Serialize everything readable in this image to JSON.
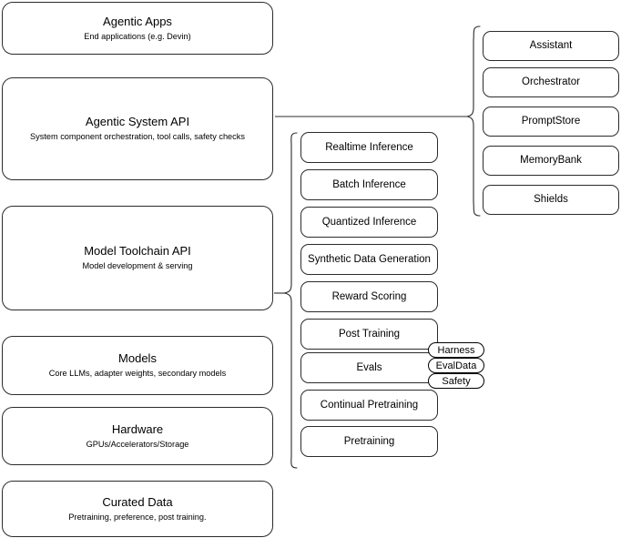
{
  "diagram": {
    "title": "AI stack layered architecture",
    "stroke_color": "#2b2b2b",
    "background_color": "#ffffff"
  },
  "layers": [
    {
      "name": "agentic-apps",
      "title": "Agentic Apps",
      "subtitle": "End applications (e.g. Devin)"
    },
    {
      "name": "agentic-system-api",
      "title": "Agentic System API",
      "subtitle": "System component orchestration, tool calls, safety checks"
    },
    {
      "name": "model-toolchain-api",
      "title": "Model Toolchain API",
      "subtitle": "Model development & serving"
    },
    {
      "name": "models",
      "title": "Models",
      "subtitle": "Core LLMs, adapter weights, secondary models"
    },
    {
      "name": "hardware",
      "title": "Hardware",
      "subtitle": "GPUs/Accelerators/Storage"
    },
    {
      "name": "curated-data",
      "title": "Curated Data",
      "subtitle": "Pretraining, preference, post training."
    }
  ],
  "toolchain_components": [
    {
      "name": "realtime-inference",
      "label": "Realtime Inference"
    },
    {
      "name": "batch-inference",
      "label": "Batch Inference"
    },
    {
      "name": "quantized-inference",
      "label": "Quantized Inference"
    },
    {
      "name": "synthetic-data-generation",
      "label": "Synthetic Data Generation"
    },
    {
      "name": "reward-scoring",
      "label": "Reward Scoring"
    },
    {
      "name": "post-training",
      "label": "Post Training"
    },
    {
      "name": "evals",
      "label": "Evals"
    },
    {
      "name": "continual-pretraining",
      "label": "Continual Pretraining"
    },
    {
      "name": "pretraining",
      "label": "Pretraining"
    }
  ],
  "evals_subcomponents": [
    {
      "name": "harness",
      "label": "Harness"
    },
    {
      "name": "evaldata",
      "label": "EvalData"
    },
    {
      "name": "safety",
      "label": "Safety"
    }
  ],
  "system_components": [
    {
      "name": "assistant",
      "label": "Assistant"
    },
    {
      "name": "orchestrator",
      "label": "Orchestrator"
    },
    {
      "name": "promptstore",
      "label": "PromptStore"
    },
    {
      "name": "memorybank",
      "label": "MemoryBank"
    },
    {
      "name": "shields",
      "label": "Shields"
    }
  ]
}
